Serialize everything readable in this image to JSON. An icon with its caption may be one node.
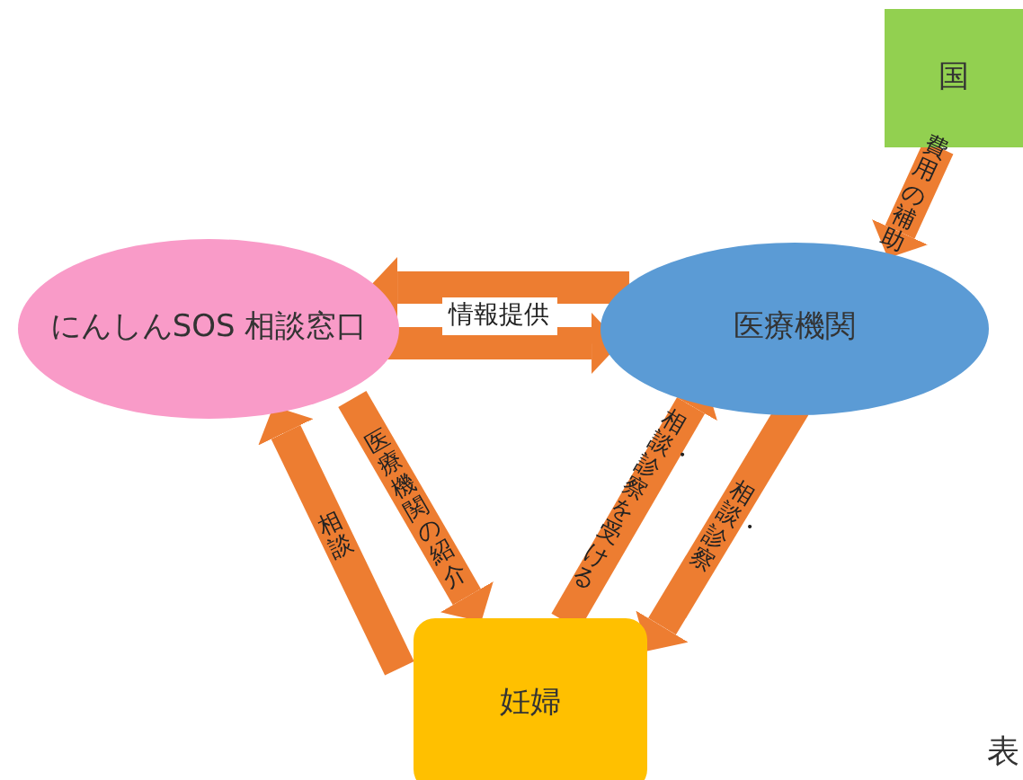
{
  "diagram": {
    "nodes": [
      {
        "text": [
          "国"
        ]
      },
      {
        "text": [
          "にんしんSOS 相談窓口"
        ]
      },
      {
        "text": [
          "医療機関"
        ]
      },
      {
        "text": [
          "妊婦"
        ]
      }
    ],
    "edges": [
      {
        "from": 0,
        "to": 2,
        "arrow": "to",
        "label": "費用の補助"
      },
      {
        "from": 2,
        "to": 1,
        "arrow": "to",
        "label": "情報提供"
      },
      {
        "from": 1,
        "to": 2,
        "arrow": "to"
      },
      {
        "from": 1,
        "to": 3,
        "arrow": "to",
        "label": "医療機関の紹介"
      },
      {
        "from": 3,
        "to": 1,
        "arrow": "to",
        "label": "相談"
      },
      {
        "from": 3,
        "to": 2,
        "arrow": "to",
        "label": "相談・診察を受ける"
      },
      {
        "from": 2,
        "to": 3,
        "arrow": "to",
        "label": "相談・診察"
      }
    ],
    "labels": [
      "表"
    ]
  }
}
